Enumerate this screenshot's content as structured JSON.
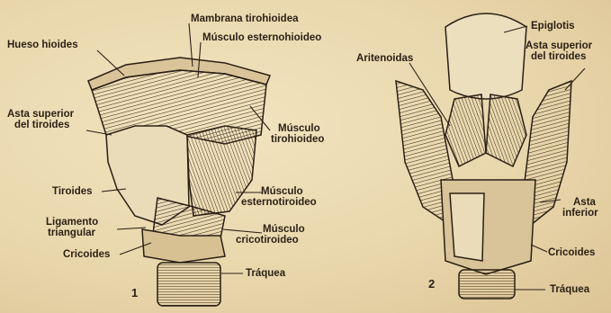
{
  "figure_1": {
    "number": "1",
    "labels": {
      "hueso_hioides": "Hueso hioides",
      "membrana_tirohioidea": "Mambrana tirohioidea",
      "musculo_esternohioideo": "Músculo esternohioideo",
      "asta_superior_line1": "Asta superior",
      "asta_superior_line2": "del tiroides",
      "musculo_tirohioideo_line1": "Músculo",
      "musculo_tirohioideo_line2": "tirohioideo",
      "tiroides": "Tiroides",
      "musculo_esternotiroideo_line1": "Músculo",
      "musculo_esternotiroideo_line2": "esternotiroideo",
      "ligamento_triangular_line1": "Ligamento",
      "ligamento_triangular_line2": "triangular",
      "musculo_cricotiroideo_line1": "Músculo",
      "musculo_cricotiroideo_line2": "cricotiroideo",
      "cricoides": "Cricoides",
      "traquea": "Tráquea"
    }
  },
  "figure_2": {
    "number": "2",
    "labels": {
      "epiglotis": "Epiglotis",
      "aritenoidas": "Aritenoidas",
      "asta_superior_line1": "Asta superior",
      "asta_superior_line2": "del tiroides",
      "asta_inferior_line1": "Asta",
      "asta_inferior_line2": "inferior",
      "cricoides": "Cricoides",
      "traquea": "Tráquea"
    }
  }
}
